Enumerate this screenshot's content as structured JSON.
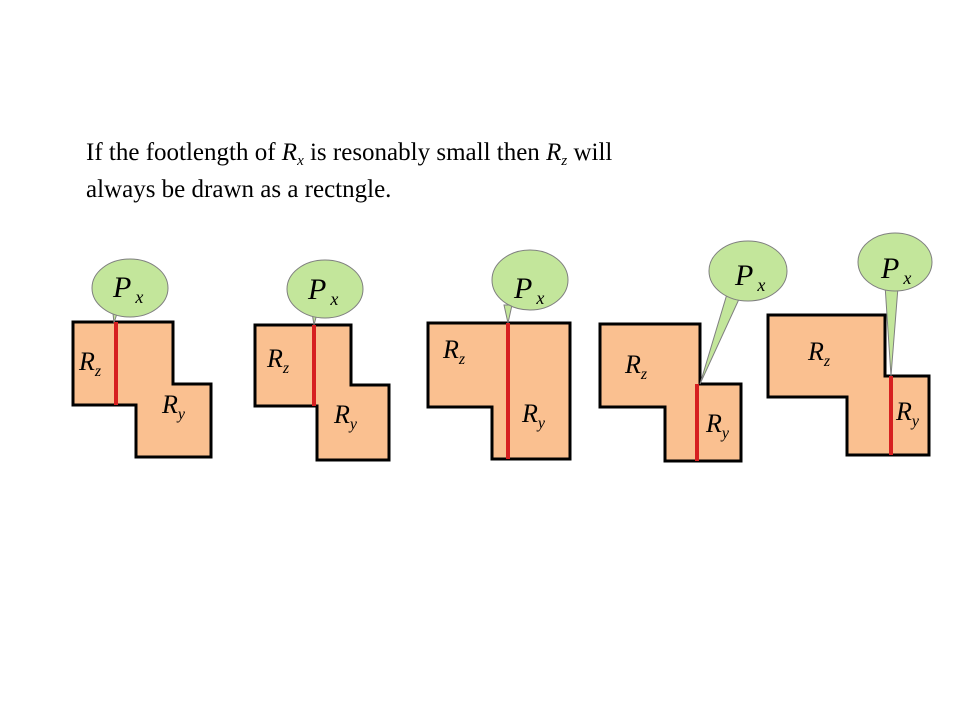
{
  "caption": {
    "part1": "If the footlength of ",
    "rx_base": "R",
    "rx_sub": "x",
    "part2": " is resonably small then ",
    "rz_base": "R",
    "rz_sub": "z",
    "part3": " will",
    "line2": "always be drawn as a rectngle."
  },
  "labels": {
    "px_base": "P",
    "px_sub": "x",
    "rz_base": "R",
    "rz_sub": "z",
    "ry_base": "R",
    "ry_sub": "y"
  },
  "colors": {
    "region_fill": "#fac090",
    "region_stroke": "#000000",
    "bubble_fill": "#c3e69b",
    "bubble_stroke": "#7f7f7f",
    "cut_line": "#d62020"
  }
}
